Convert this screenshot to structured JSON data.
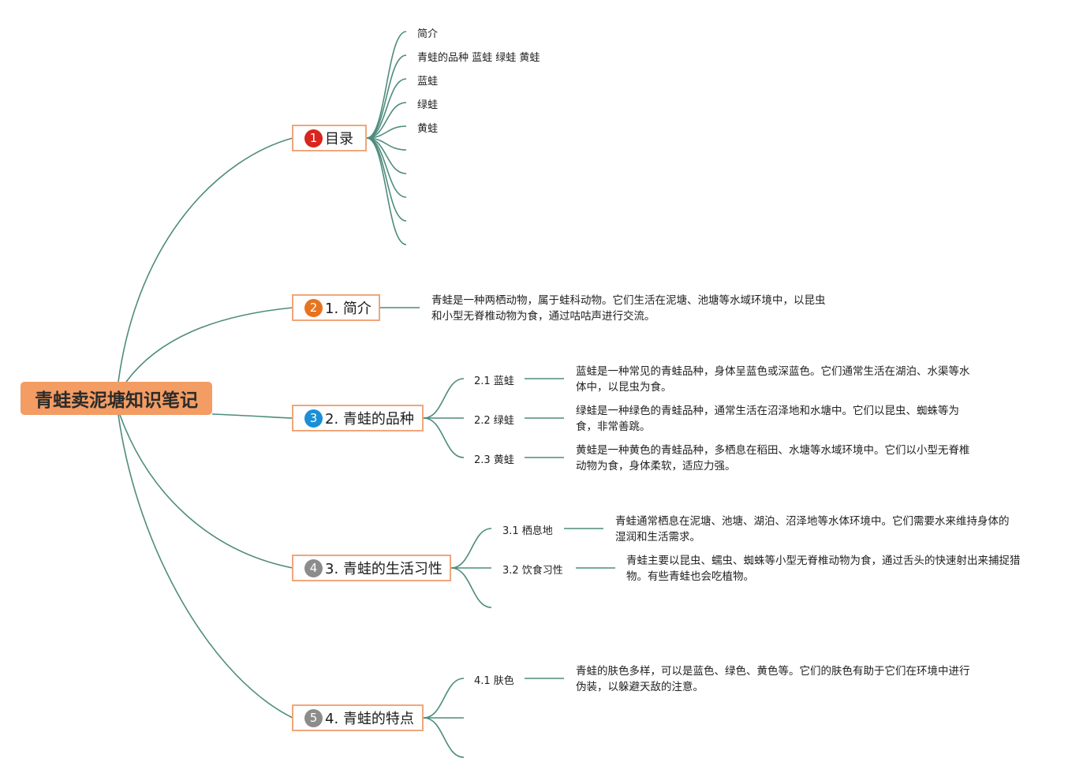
{
  "root": {
    "title": "青蛙卖泥塘知识笔记"
  },
  "colors": {
    "root_fill": "#f39c63",
    "topic_border": "#f0a67a",
    "branch_line": "#4e8c7c",
    "badge_1": "#d9251c",
    "badge_2": "#e8731f",
    "badge_3": "#1a8fd6",
    "badge_4": "#8c8c8c",
    "badge_5": "#8c8c8c"
  },
  "topics": [
    {
      "badge": "1",
      "label": "目录",
      "toc": [
        "简介",
        "青蛙的品种 蓝蛙 绿蛙 黄蛙",
        "蓝蛙",
        "绿蛙",
        "黄蛙"
      ]
    },
    {
      "badge": "2",
      "label": "1. 简介",
      "note": "青蛙是一种两栖动物，属于蛙科动物。它们生活在泥塘、池塘等水域环境中，以昆虫和小型无脊椎动物为食，通过咕咕声进行交流。"
    },
    {
      "badge": "3",
      "label": "2. 青蛙的品种",
      "children": [
        {
          "label": "2.1 蓝蛙",
          "note": "蓝蛙是一种常见的青蛙品种，身体呈蓝色或深蓝色。它们通常生活在湖泊、水渠等水体中，以昆虫为食。"
        },
        {
          "label": "2.2 绿蛙",
          "note": "绿蛙是一种绿色的青蛙品种，通常生活在沼泽地和水塘中。它们以昆虫、蜘蛛等为食，非常善跳。"
        },
        {
          "label": "2.3 黄蛙",
          "note": "黄蛙是一种黄色的青蛙品种，多栖息在稻田、水塘等水域环境中。它们以小型无脊椎动物为食，身体柔软，适应力强。"
        }
      ]
    },
    {
      "badge": "4",
      "label": "3. 青蛙的生活习性",
      "children": [
        {
          "label": "3.1 栖息地",
          "note": "青蛙通常栖息在泥塘、池塘、湖泊、沼泽地等水体环境中。它们需要水来维持身体的湿润和生活需求。"
        },
        {
          "label": "3.2 饮食习性",
          "note": "青蛙主要以昆虫、蠕虫、蜘蛛等小型无脊椎动物为食，通过舌头的快速射出来捕捉猎物。有些青蛙也会吃植物。"
        }
      ]
    },
    {
      "badge": "5",
      "label": "4. 青蛙的特点",
      "children": [
        {
          "label": "4.1 肤色",
          "note": "青蛙的肤色多样，可以是蓝色、绿色、黄色等。它们的肤色有助于它们在环境中进行伪装，以躲避天敌的注意。"
        }
      ]
    }
  ]
}
